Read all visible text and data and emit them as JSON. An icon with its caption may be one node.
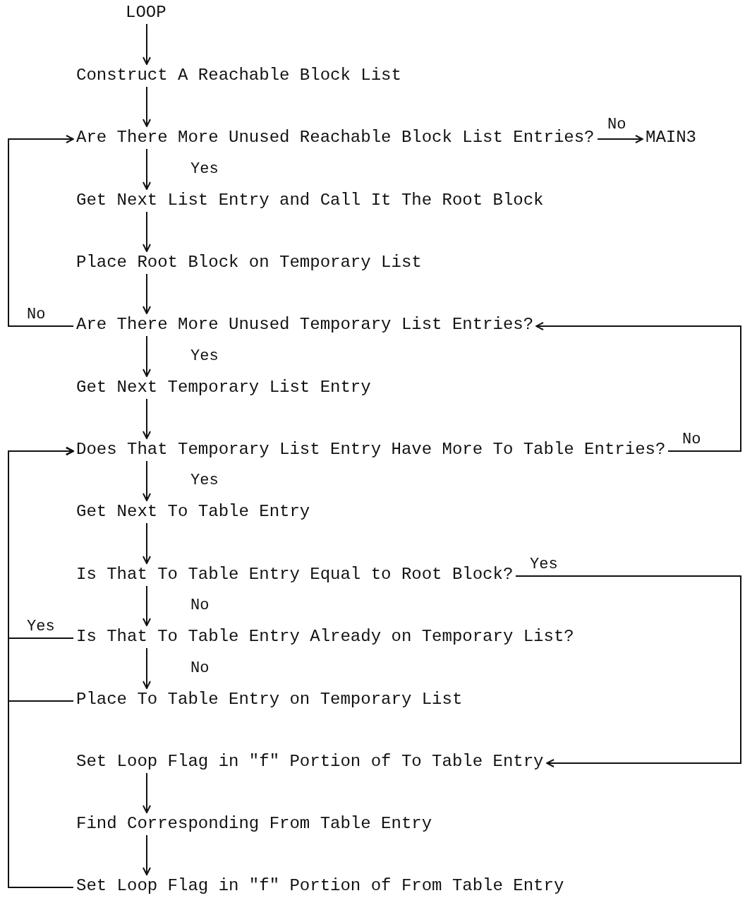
{
  "diagram": {
    "nodes": [
      {
        "text": [
          "LOOP"
        ]
      },
      {
        "text": [
          "Construct A Reachable Block List"
        ]
      },
      {
        "text": [
          "Are There More Unused Reachable Block List Entries?"
        ]
      },
      {
        "text": [
          "MAIN3"
        ]
      },
      {
        "text": [
          "Get Next List Entry and Call It The Root Block"
        ]
      },
      {
        "text": [
          "Place Root Block on Temporary List"
        ]
      },
      {
        "text": [
          "Are There More Unused Temporary List Entries?"
        ]
      },
      {
        "text": [
          "Get Next Temporary List Entry"
        ]
      },
      {
        "text": [
          "Does That Temporary List Entry Have More To Table Entries?"
        ]
      },
      {
        "text": [
          "Get Next To Table Entry"
        ]
      },
      {
        "text": [
          "Is That To Table Entry Equal to Root Block?"
        ]
      },
      {
        "text": [
          "Is That To Table Entry Already on Temporary List?"
        ]
      },
      {
        "text": [
          "Place To Table Entry on Temporary List"
        ]
      },
      {
        "text": [
          "Set Loop Flag in \"f\" Portion of To Table Entry"
        ]
      },
      {
        "text": [
          "Find Corresponding From Table Entry"
        ]
      },
      {
        "text": [
          "Set Loop Flag in \"f\" Portion of From Table Entry"
        ]
      }
    ],
    "edges": [
      {
        "from": 0,
        "to": 1,
        "arrow": "to"
      },
      {
        "from": 1,
        "to": 2,
        "arrow": "to"
      },
      {
        "from": 2,
        "to": 3,
        "arrow": "to",
        "label": "No"
      },
      {
        "from": 2,
        "to": 4,
        "arrow": "to",
        "label": "Yes"
      },
      {
        "from": 4,
        "to": 5,
        "arrow": "to"
      },
      {
        "from": 5,
        "to": 6,
        "arrow": "to"
      },
      {
        "from": 6,
        "to": 2,
        "arrow": "to",
        "label": "No"
      },
      {
        "from": 6,
        "to": 7,
        "arrow": "to",
        "label": "Yes"
      },
      {
        "from": 7,
        "to": 8,
        "arrow": "to"
      },
      {
        "from": 8,
        "to": 6,
        "arrow": "to",
        "label": "No"
      },
      {
        "from": 8,
        "to": 9,
        "arrow": "to",
        "label": "Yes"
      },
      {
        "from": 9,
        "to": 10,
        "arrow": "to"
      },
      {
        "from": 10,
        "to": 13,
        "arrow": "to",
        "label": "Yes"
      },
      {
        "from": 10,
        "to": 11,
        "arrow": "to",
        "label": "No"
      },
      {
        "from": 11,
        "to": 8,
        "arrow": "to",
        "label": "Yes"
      },
      {
        "from": 11,
        "to": 12,
        "arrow": "to",
        "label": "No"
      },
      {
        "from": 12,
        "to": 8,
        "arrow": "to"
      },
      {
        "from": 13,
        "to": 14,
        "arrow": "to"
      },
      {
        "from": 14,
        "to": 15,
        "arrow": "to"
      },
      {
        "from": 15,
        "to": 8,
        "arrow": "to"
      }
    ]
  }
}
